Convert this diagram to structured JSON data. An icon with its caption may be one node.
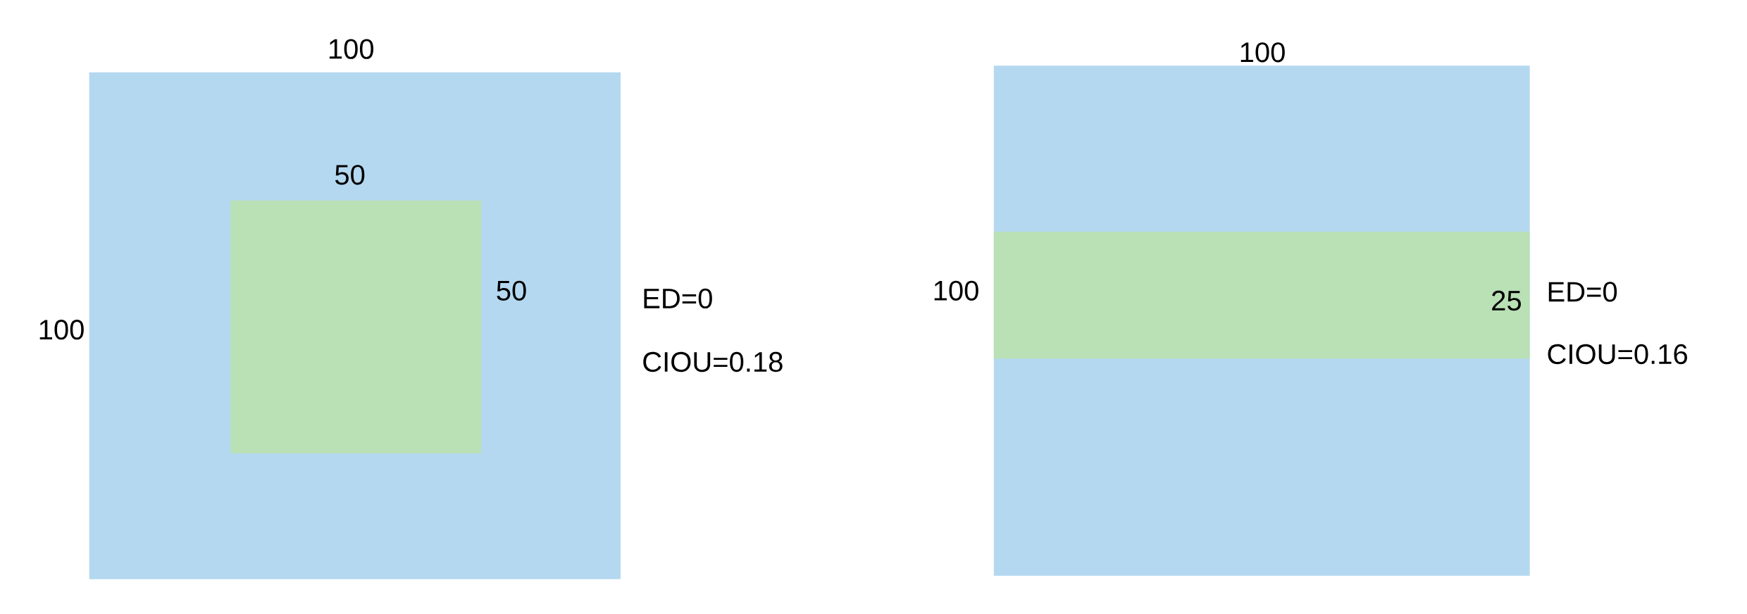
{
  "diagram": {
    "nodes": [
      {
        "text": [],
        "shape": "box"
      },
      {
        "text": [],
        "shape": "box",
        "in": 0
      },
      {
        "text": [],
        "shape": "box"
      },
      {
        "text": [],
        "shape": "box",
        "in": 2
      }
    ],
    "labels": [
      "100",
      "50",
      "50",
      "ED=0",
      "100",
      "CIOU=0.18",
      "100",
      "100",
      "25",
      "ED=0",
      "CIOU=0.16"
    ]
  }
}
